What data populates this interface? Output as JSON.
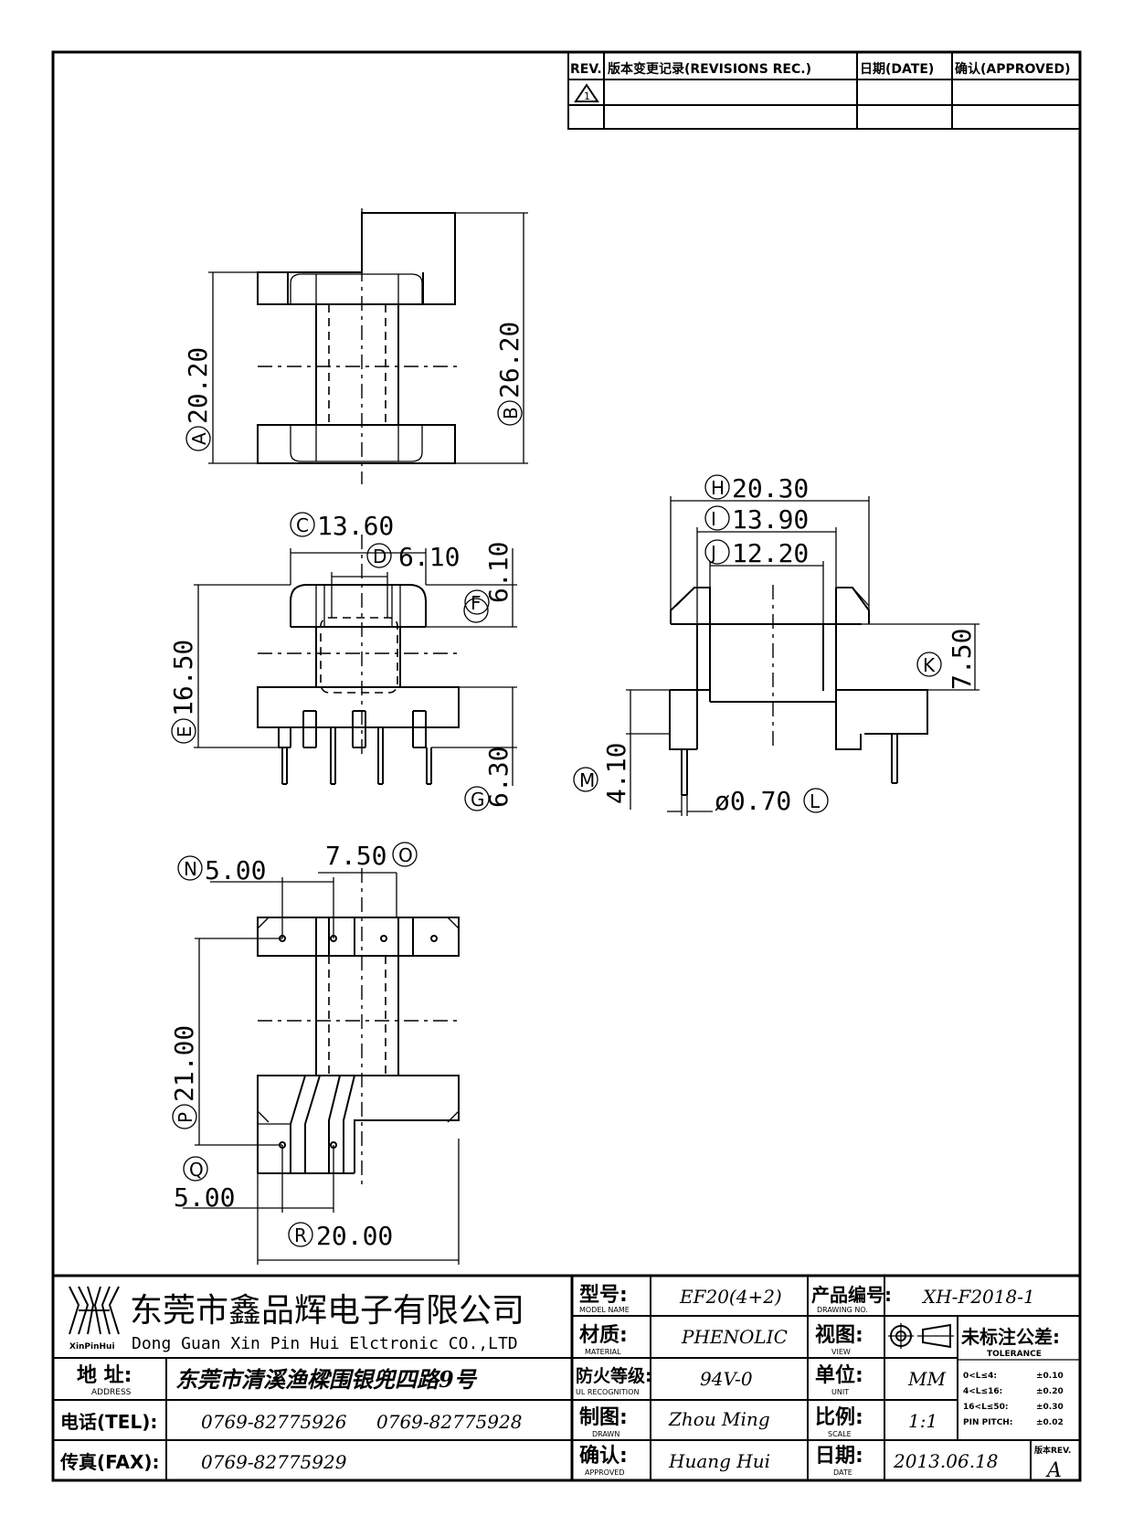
{
  "revisions": {
    "col_rev": "REV.",
    "col_rec": "版本变更记录(REVISIONS REC.)",
    "col_date": "日期(DATE)",
    "col_approved": "确认(APPROVED)",
    "rev_mark": "1"
  },
  "dimensions": {
    "A": {
      "letter": "A",
      "value": "20.20"
    },
    "B": {
      "letter": "B",
      "value": "26.20"
    },
    "C": {
      "letter": "C",
      "value": "13.60"
    },
    "D": {
      "letter": "D",
      "value": "6.10"
    },
    "E": {
      "letter": "E",
      "value": "16.50"
    },
    "F": {
      "letter": "F",
      "value": "6.10"
    },
    "G": {
      "letter": "G",
      "value": "6.30"
    },
    "H": {
      "letter": "H",
      "value": "20.30"
    },
    "I": {
      "letter": "I",
      "value": "13.90"
    },
    "J": {
      "letter": "J",
      "value": "12.20"
    },
    "K": {
      "letter": "K",
      "value": "7.50"
    },
    "L": {
      "letter": "L",
      "value": "ø0.70"
    },
    "M": {
      "letter": "M",
      "value": "4.10"
    },
    "N": {
      "letter": "N",
      "value": "5.00"
    },
    "O": {
      "letter": "O",
      "value": "7.50"
    },
    "P": {
      "letter": "P",
      "value": "21.00"
    },
    "Q": {
      "letter": "Q",
      "value": "5.00"
    },
    "R": {
      "letter": "R",
      "value": "20.00"
    }
  },
  "title_block": {
    "company_cn": "东莞市鑫品辉电子有限公司",
    "company_en": "Dong Guan Xin Pin Hui Elctronic CO.,LTD",
    "logo_text": "XinPinHui",
    "address_label": "地 址:",
    "address_label_en": "ADDRESS",
    "address_value": "东莞市清溪渔樑围银兜四路9号",
    "tel_label": "电话(TEL):",
    "tel_value_1": "0769-82775926",
    "tel_value_2": "0769-82775928",
    "fax_label": "传真(FAX):",
    "fax_value": "0769-82775929",
    "model_label": "型号:",
    "model_label_en": "MODEL NAME",
    "model_value": "EF20(4+2)",
    "material_label": "材质:",
    "material_label_en": "MATERIAL",
    "material_value": "PHENOLIC",
    "fire_label": "防火等级:",
    "fire_label_en": "UL RECOGNITION",
    "fire_value": "94V-0",
    "drawn_label": "制图:",
    "drawn_label_en": "DRAWN",
    "drawn_value": "Zhou Ming",
    "approved_label": "确认:",
    "approved_label_en": "APPROVED",
    "approved_value": "Huang Hui",
    "drawing_no_label": "产品编号:",
    "drawing_no_label_en": "DRAWING NO.",
    "drawing_no_value": "XH-F2018-1",
    "view_label": "视图:",
    "view_label_en": "VIEW",
    "unit_label": "单位:",
    "unit_label_en": "UNIT",
    "unit_value": "MM",
    "scale_label": "比例:",
    "scale_label_en": "SCALE",
    "scale_value": "1:1",
    "date_label": "日期:",
    "date_label_en": "DATE",
    "date_value": "2013.06.18",
    "tolerance_label": "未标注公差:",
    "tolerance_label_en": "TOLERANCE",
    "tolerance_rows": [
      {
        "range": "0<L≤4:",
        "value": "±0.10"
      },
      {
        "range": "4<L≤16:",
        "value": "±0.20"
      },
      {
        "range": "16<L≤50:",
        "value": "±0.30"
      },
      {
        "range": "PIN PITCH:",
        "value": "±0.02"
      }
    ],
    "version_label": "版本REV.",
    "version_value": "A"
  }
}
